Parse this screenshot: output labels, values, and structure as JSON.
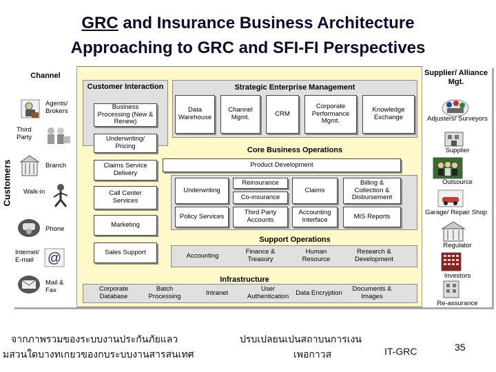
{
  "title": {
    "line1_prefix": "GRC",
    "line1_rest": " and Insurance Business Architecture",
    "line2": "Approaching to GRC and SFI-FI Perspectives"
  },
  "customers_label": "Customers",
  "channel": {
    "title": "Channel",
    "items": [
      "Agents/ Brokers",
      "Third Party",
      "Branch",
      "Walk-in",
      "Phone",
      "Internet/ E-mail",
      "Mail & Fax"
    ]
  },
  "customer_interaction": {
    "title": "Customer Interaction",
    "items": [
      "Business Processing (New & Renew)",
      "Underwriting/ Pricing",
      "Claims Service Delivery",
      "Call Center Services",
      "Marketing",
      "Sales Support"
    ]
  },
  "strategic": {
    "title": "Strategic Enterprise Management",
    "items": [
      "Data Warehouse",
      "Channel Mgmt.",
      "CRM",
      "Corporate Performance Mgmt.",
      "Knowledge Exchange"
    ]
  },
  "core": {
    "title": "Core Business Operations",
    "product_development": "Product Development",
    "underwriting": "Underwriting",
    "reinsurance": "Reinsurance",
    "co_insurance": "Co-insurance",
    "claims": "Claims",
    "billing": "Billing & Collection & Disbursement",
    "policy_services": "Policy Services",
    "third_party_accounts": "Third Party Accounts",
    "accounting_interface": "Accounting Interface",
    "mis_reports": "MIS Reports"
  },
  "support": {
    "title": "Support Operations",
    "items": [
      "Accounting",
      "Finance & Treasury",
      "Human Resource",
      "Research & Development"
    ]
  },
  "infrastructure": {
    "title": "Infrastructure",
    "items": [
      "Corporate Database",
      "Batch Processing",
      "Intranet",
      "User Authentication",
      "Data Encryption",
      "Documents & Images"
    ]
  },
  "supplier": {
    "title": "Supplier/ Alliance Mgt.",
    "items": [
      "Adjusters/ Surveyors",
      "Supplier",
      "Outsource",
      "Garage/ Repair Shop",
      "Regulator",
      "Investors",
      "Re-assurance"
    ]
  },
  "footer": {
    "thai_line1a": "จากภาพรวมของระบบงานประกันภัยแลว",
    "thai_line1b": "ปรบเปลยนเปนสถาบนการเงน",
    "thai_line2a": "มสวนใดบางทเกยวของกบระบบงานสารสนเทศ",
    "thai_line2b": "เพอกาวส",
    "tag": "IT-GRC",
    "page": "35"
  },
  "colors": {
    "background_band": "#fff8c8",
    "title": "#0a0a30",
    "gray_band": "#e0e0e0"
  }
}
